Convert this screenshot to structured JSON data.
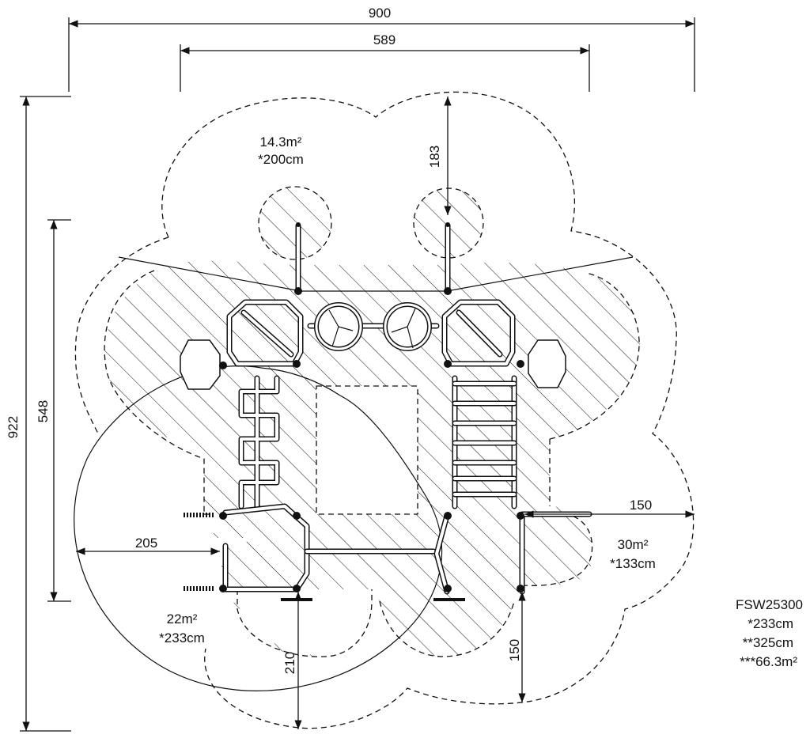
{
  "dimensions": {
    "total_width": "900",
    "inner_width": "589",
    "total_height": "922",
    "inner_height": "548",
    "top_gap": "183",
    "left_gap": "205",
    "right_gap": "150",
    "bottom_gap_left": "210",
    "bottom_gap_right": "150"
  },
  "areas": {
    "top": {
      "area": "14.3m²",
      "height": "*200cm"
    },
    "right": {
      "area": "30m²",
      "height": "*133cm"
    },
    "left": {
      "area": "22m²",
      "height": "*233cm"
    }
  },
  "product": {
    "code": "FSW25300",
    "spec1": "*233cm",
    "spec2": "**325cm",
    "spec3": "***66.3m²"
  }
}
